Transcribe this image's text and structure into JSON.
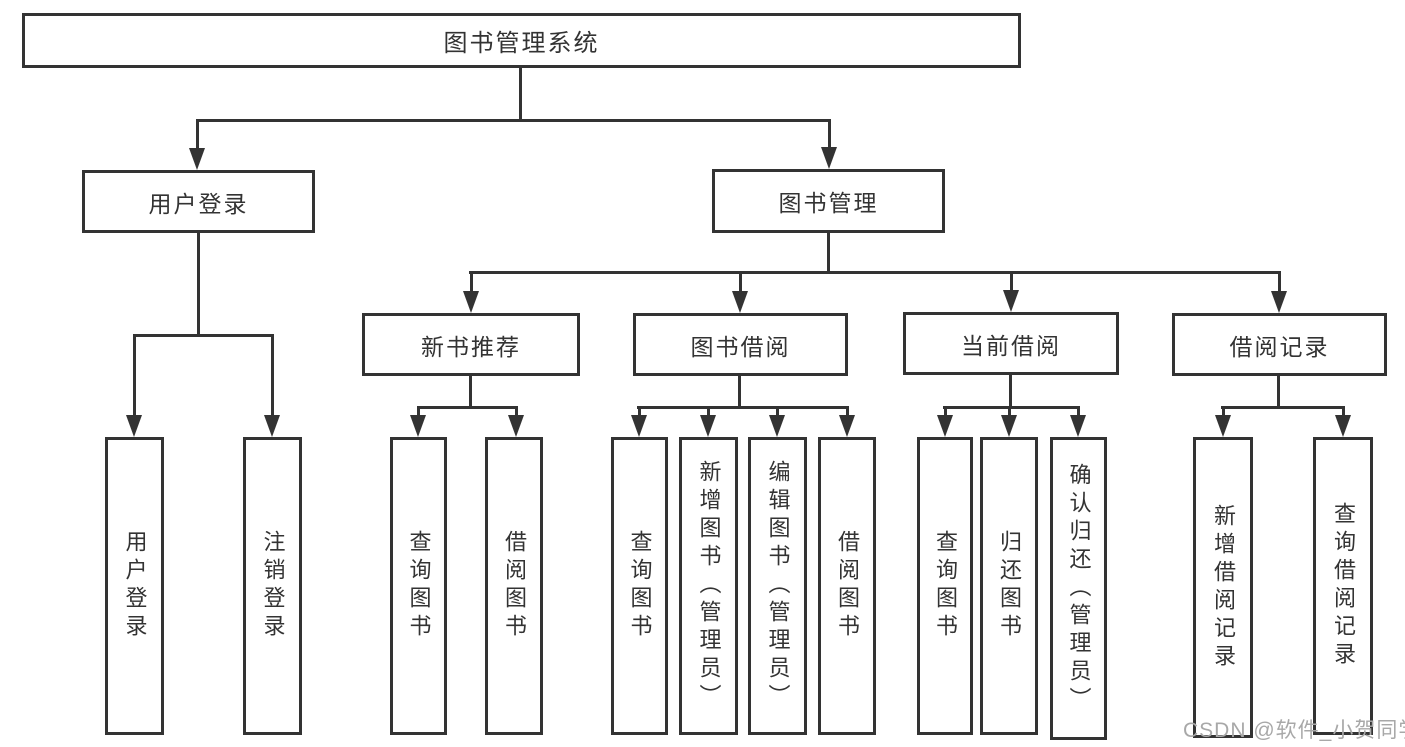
{
  "colors": {
    "stroke": "#333333",
    "text": "#333333",
    "watermark": "#a8a8a8",
    "bg": "#ffffff"
  },
  "root": {
    "label": "图书管理系统"
  },
  "level1": [
    {
      "label": "用户登录"
    },
    {
      "label": "图书管理"
    }
  ],
  "level2": [
    {
      "label": "新书推荐",
      "parent": "图书管理"
    },
    {
      "label": "图书借阅",
      "parent": "图书管理"
    },
    {
      "label": "当前借阅",
      "parent": "图书管理"
    },
    {
      "label": "借阅记录",
      "parent": "图书管理"
    }
  ],
  "leaves": [
    {
      "label": "用户登录",
      "parent": "用户登录"
    },
    {
      "label": "注销登录",
      "parent": "用户登录"
    },
    {
      "label": "查询图书",
      "parent": "新书推荐"
    },
    {
      "label": "借阅图书",
      "parent": "新书推荐"
    },
    {
      "label": "查询图书",
      "parent": "图书借阅"
    },
    {
      "label": "新增图书（管理员）",
      "parent": "图书借阅"
    },
    {
      "label": "编辑图书（管理员）",
      "parent": "图书借阅"
    },
    {
      "label": "借阅图书",
      "parent": "图书借阅"
    },
    {
      "label": "查询图书",
      "parent": "当前借阅"
    },
    {
      "label": "归还图书",
      "parent": "当前借阅"
    },
    {
      "label": "确认归还（管理员）",
      "parent": "当前借阅"
    },
    {
      "label": "新增借阅记录",
      "parent": "借阅记录"
    },
    {
      "label": "查询借阅记录",
      "parent": "借阅记录"
    }
  ],
  "watermark": {
    "text": "CSDN @软件_小贺同学"
  }
}
